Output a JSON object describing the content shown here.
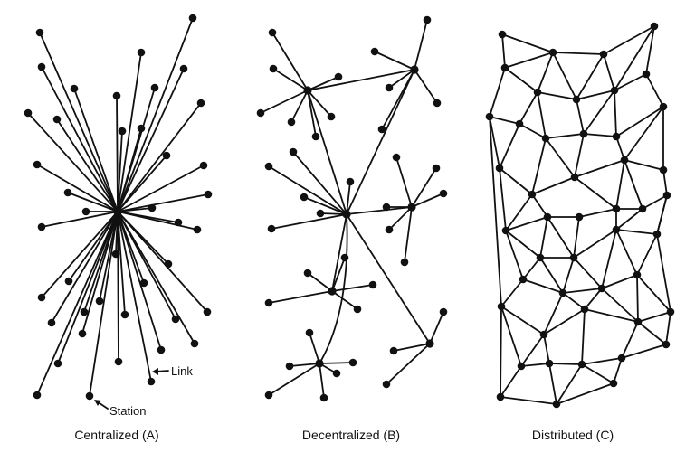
{
  "diagrams": [
    {
      "id": "centralized",
      "caption": "Centralized (A)"
    },
    {
      "id": "decentralized",
      "caption": "Decentralized (B)"
    },
    {
      "id": "distributed",
      "caption": "Distributed (C)"
    }
  ],
  "annotations": {
    "link": "Link",
    "station": "Station"
  },
  "colors": {
    "ink": "#111111",
    "background": "#ffffff"
  }
}
